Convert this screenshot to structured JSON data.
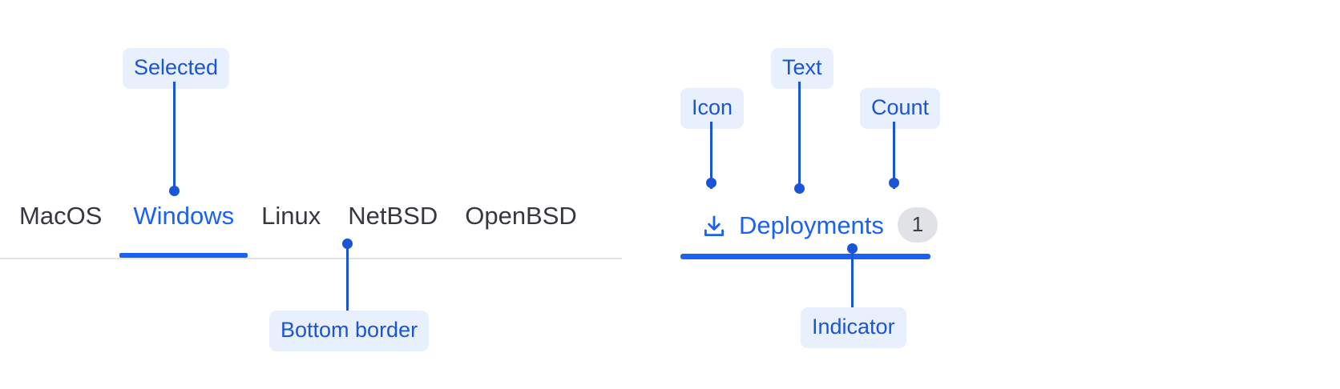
{
  "left_component": {
    "name": "os-tabs",
    "tabs": [
      {
        "label": "MacOS",
        "selected": false
      },
      {
        "label": "Windows",
        "selected": true
      },
      {
        "label": "Linux",
        "selected": false
      },
      {
        "label": "NetBSD",
        "selected": false
      },
      {
        "label": "OpenBSD",
        "selected": false
      }
    ],
    "annotations": {
      "selected": "Selected",
      "bottom_border": "Bottom border"
    }
  },
  "right_component": {
    "name": "deployments-tab",
    "icon": "download-icon",
    "label": "Deployments",
    "count": "1",
    "selected": true,
    "annotations": {
      "icon": "Icon",
      "text": "Text",
      "count": "Count",
      "indicator": "Indicator"
    }
  },
  "colors": {
    "accent": "#1a62f2",
    "annotation_text": "#1a54d7",
    "annotation_bg": "#e9f0fd",
    "tab_text": "#353841",
    "divider": "#e3e3e6",
    "count_bg": "#e1e2e6",
    "count_text": "#3a3d45",
    "page_bg": "#ffffff"
  }
}
